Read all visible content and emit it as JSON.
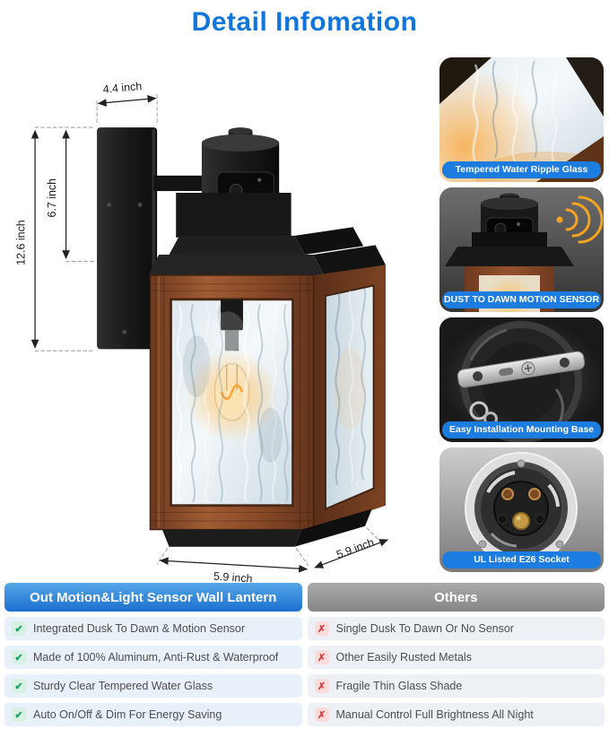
{
  "page": {
    "title": "Detail Infomation"
  },
  "colors": {
    "title_blue": "#1176dc",
    "label_blue": "#1c7ce0",
    "header_blue": "#1c6fce",
    "header_gray": "#9a9a9a",
    "check_green": "#17a35f",
    "cross_red": "#e03a3a"
  },
  "icons": {
    "check": "✔",
    "cross": "✗"
  },
  "dimensions": {
    "top_width": "4.4 inch",
    "upper_height": "6.7 inch",
    "total_height": "12.6 inch",
    "bottom_width": "5.9 inch",
    "bottom_depth": "5.9 inch"
  },
  "features": [
    {
      "label": "Tempered Water Ripple Glass",
      "icon": "ripple-glass-photo"
    },
    {
      "label": "DUST TO DAWN MOTION SENSOR",
      "icon": "motion-sensor-photo"
    },
    {
      "label": "Easy Installation Mounting Base",
      "icon": "mounting-base-photo"
    },
    {
      "label": "UL Listed E26 Socket",
      "icon": "e26-socket-photo"
    }
  ],
  "comparison": {
    "left_header": "Out Motion&Light Sensor Wall Lantern",
    "right_header": "Others",
    "left_items": [
      "Integrated Dusk To Dawn & Motion Sensor",
      "Made of 100% Aluminum, Anti-Rust & Waterproof",
      "Sturdy Clear Tempered Water Glass",
      "Auto On/Off & Dim For Energy Saving"
    ],
    "right_items": [
      "Single Dusk To Dawn Or No Sensor",
      "Other Easily Rusted Metals",
      "Fragile Thin Glass Shade",
      "Manual Control Full Brightness All Night"
    ]
  }
}
